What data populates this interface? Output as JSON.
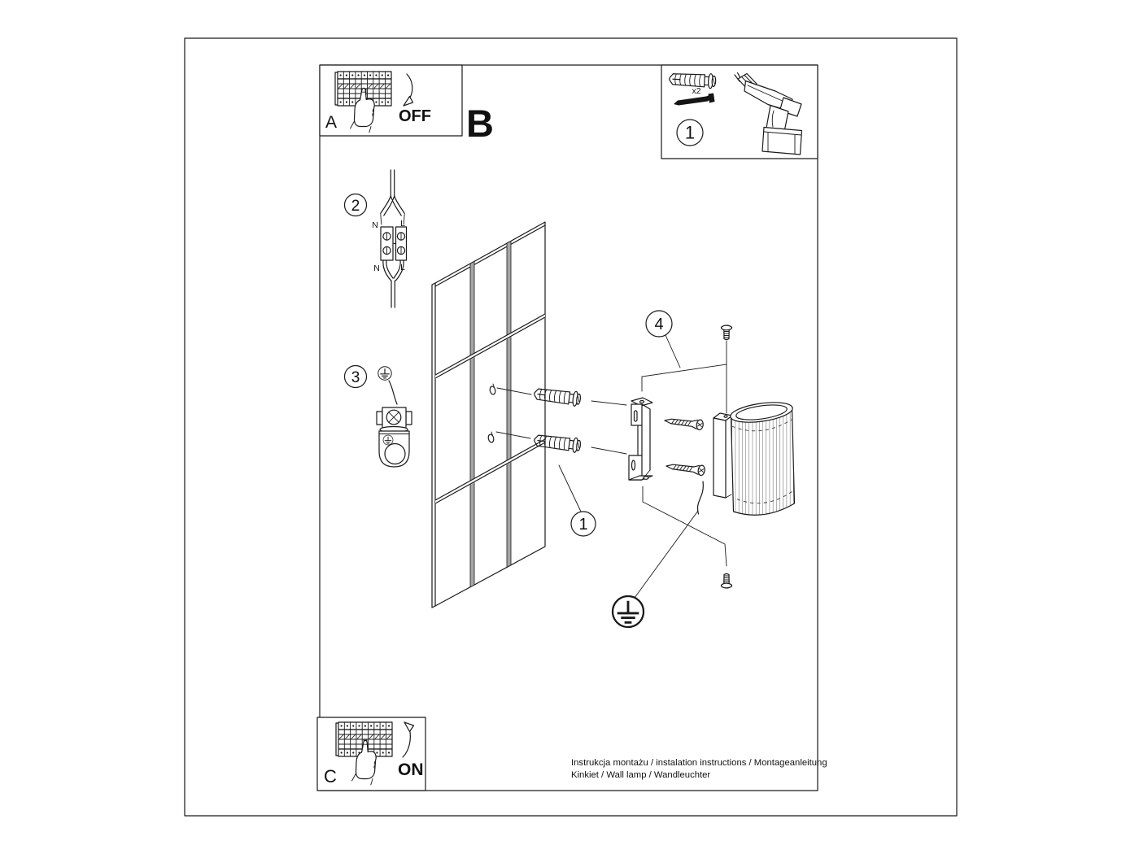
{
  "doc": {
    "panel_a": {
      "label": "A",
      "switch_state": "OFF"
    },
    "section_label": "B",
    "panel_c": {
      "label": "C",
      "switch_state": "ON"
    },
    "tools_panel": {
      "step": "1",
      "dowel_qty": "x2"
    },
    "step2": {
      "num": "2",
      "n_top": "N",
      "l_top": "L",
      "n_bottom": "N",
      "l_bottom": "L"
    },
    "step3": {
      "num": "3"
    },
    "step4": {
      "num": "4"
    },
    "dowel_callout": {
      "num": "1"
    },
    "footer": {
      "line1": "Instrukcja montażu / instalation instructions / Montageanleitung",
      "line2": "Kinkiet / Wall lamp / Wandleuchter"
    },
    "colors": {
      "line": "#1a1a1a",
      "tile_strip": "#a6a6a6"
    }
  }
}
